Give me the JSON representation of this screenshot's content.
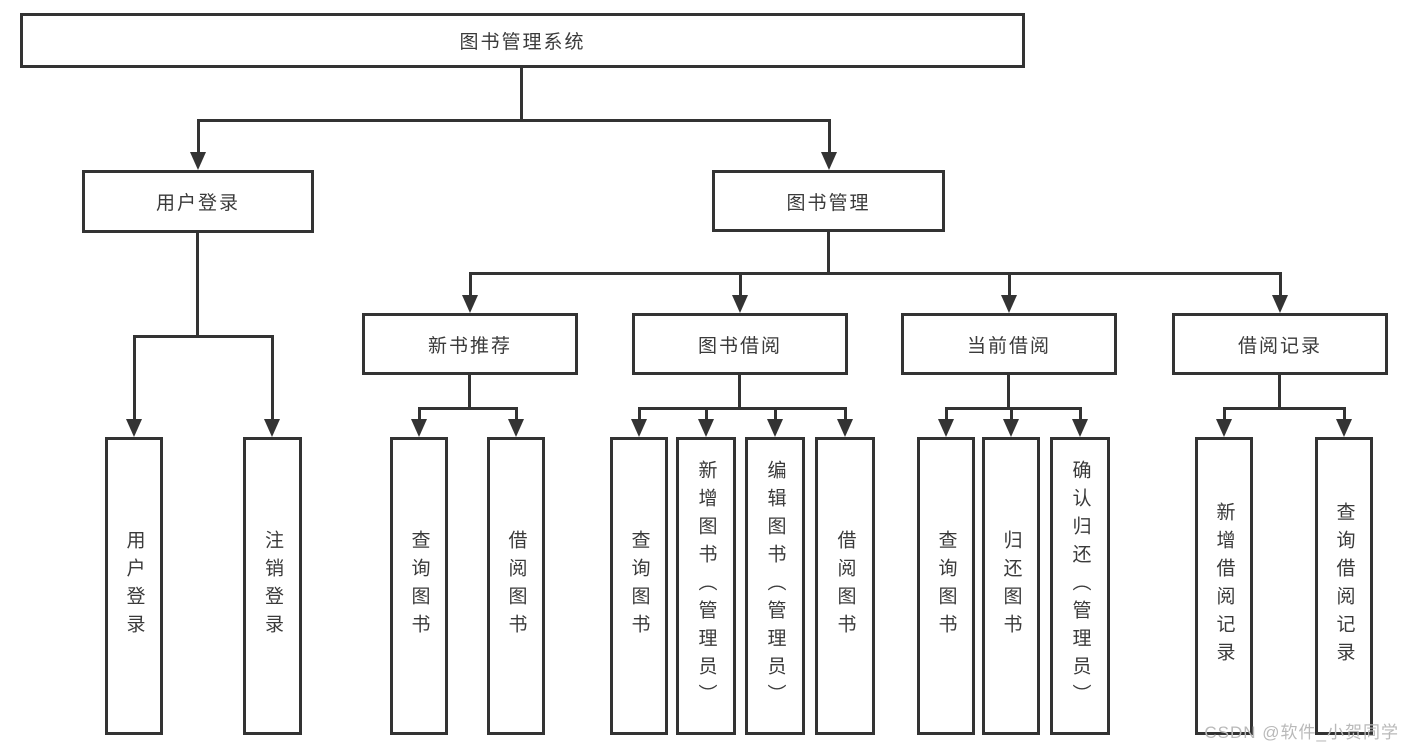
{
  "diagram": {
    "root": {
      "label": "图书管理系统"
    },
    "level2": [
      {
        "label": "用户登录"
      },
      {
        "label": "图书管理"
      }
    ],
    "level3": [
      {
        "label": "新书推荐"
      },
      {
        "label": "图书借阅"
      },
      {
        "label": "当前借阅"
      },
      {
        "label": "借阅记录"
      }
    ],
    "leaves": {
      "user_login": [
        "用户登录",
        "注销登录"
      ],
      "new_books": [
        "查询图书",
        "借阅图书"
      ],
      "book_borrow": [
        "查询图书",
        "新增图书（管理员）",
        "编辑图书（管理员）",
        "借阅图书"
      ],
      "current_borrow": [
        "查询图书",
        "归还图书",
        "确认归还（管理员）"
      ],
      "borrow_records": [
        "新增借阅记录",
        "查询借阅记录"
      ]
    }
  },
  "watermark": "CSDN @软件_小贺同学",
  "colors": {
    "line": "#333333",
    "text": "#3a3a3a",
    "watermark": "#b9b9b9",
    "background": "#ffffff"
  }
}
